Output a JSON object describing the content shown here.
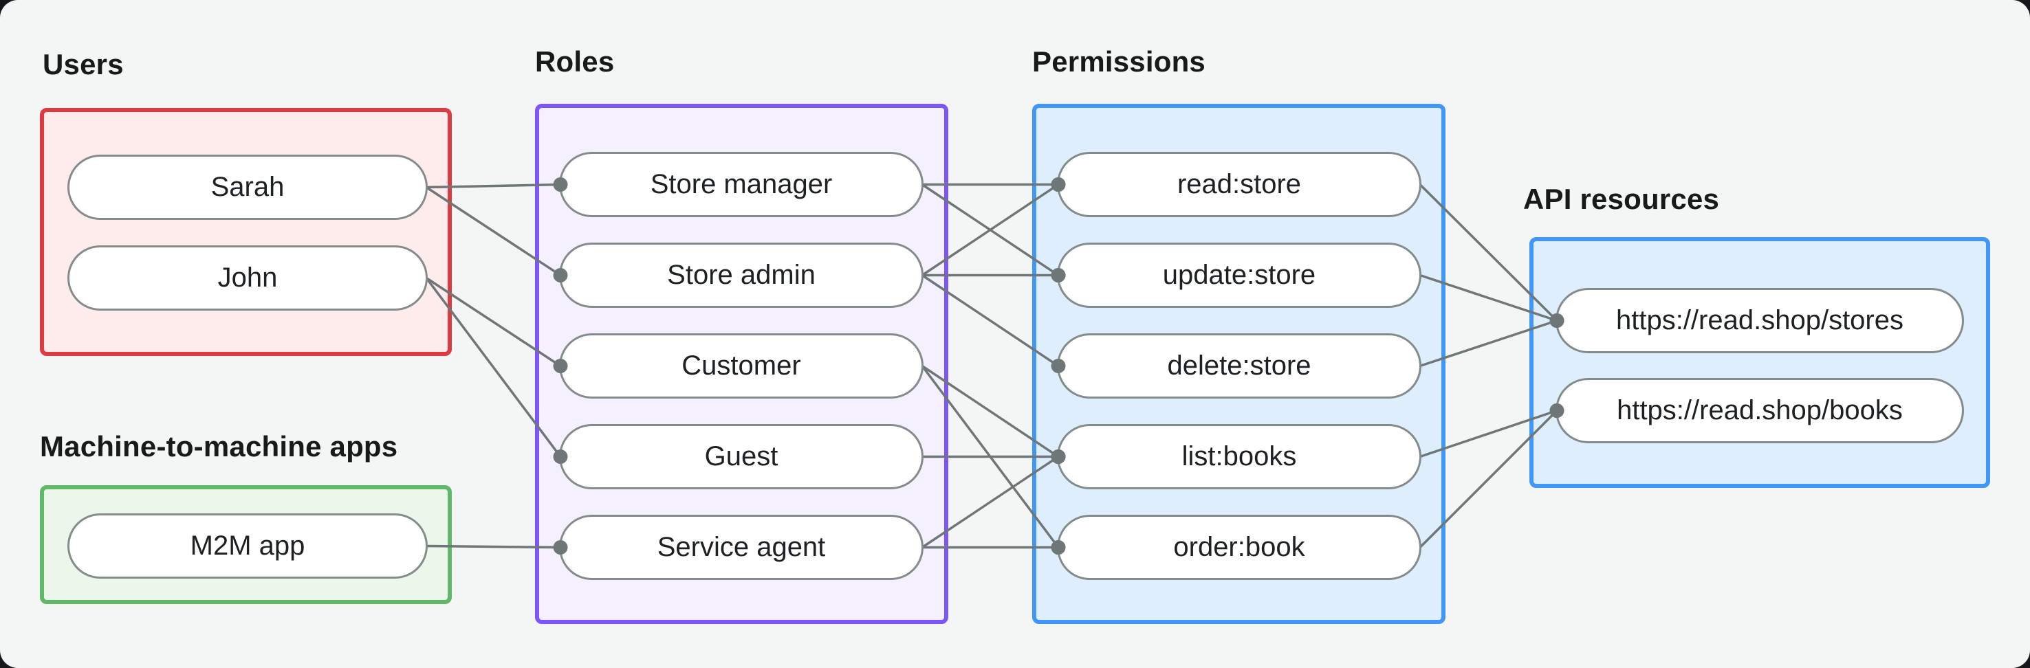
{
  "canvas": {
    "background": "#f4f6f5",
    "outer_background": "#15181a"
  },
  "edge_style": {
    "line_color": "#6f7677",
    "dot_color": "#6f7677"
  },
  "groups": {
    "users": {
      "label": "Users",
      "border_color": "#dc3b41",
      "fill_color": "#fdeceb"
    },
    "m2m": {
      "label": "Machine-to-machine apps",
      "border_color": "#60b869",
      "fill_color": "#eaf7ea"
    },
    "roles": {
      "label": "Roles",
      "border_color": "#7c56f9",
      "fill_color": "#f5f0fd"
    },
    "permissions": {
      "label": "Permissions",
      "border_color": "#4097f7",
      "fill_color": "#dfeefd"
    },
    "api": {
      "label": "API resources",
      "border_color": "#4097f7",
      "fill_color": "#dfeefd"
    }
  },
  "nodes": {
    "sarah": {
      "label": "Sarah"
    },
    "john": {
      "label": "John"
    },
    "m2m_app": {
      "label": "M2M app"
    },
    "store_manager": {
      "label": "Store manager"
    },
    "store_admin": {
      "label": "Store admin"
    },
    "customer": {
      "label": "Customer"
    },
    "guest": {
      "label": "Guest"
    },
    "service_agent": {
      "label": "Service agent"
    },
    "read_store": {
      "label": "read:store"
    },
    "update_store": {
      "label": "update:store"
    },
    "delete_store": {
      "label": "delete:store"
    },
    "list_books": {
      "label": "list:books"
    },
    "order_book": {
      "label": "order:book"
    },
    "stores_api": {
      "label": "https://read.shop/stores"
    },
    "books_api": {
      "label": "https://read.shop/books"
    }
  },
  "edges": [
    {
      "from": "sarah",
      "to": "store_manager"
    },
    {
      "from": "sarah",
      "to": "store_admin"
    },
    {
      "from": "john",
      "to": "customer"
    },
    {
      "from": "john",
      "to": "guest"
    },
    {
      "from": "m2m_app",
      "to": "service_agent"
    },
    {
      "from": "store_manager",
      "to": "read_store"
    },
    {
      "from": "store_manager",
      "to": "update_store"
    },
    {
      "from": "store_admin",
      "to": "read_store"
    },
    {
      "from": "store_admin",
      "to": "update_store"
    },
    {
      "from": "store_admin",
      "to": "delete_store"
    },
    {
      "from": "customer",
      "to": "list_books"
    },
    {
      "from": "customer",
      "to": "order_book"
    },
    {
      "from": "guest",
      "to": "list_books"
    },
    {
      "from": "service_agent",
      "to": "list_books"
    },
    {
      "from": "service_agent",
      "to": "order_book"
    },
    {
      "from": "read_store",
      "to": "stores_api"
    },
    {
      "from": "update_store",
      "to": "stores_api"
    },
    {
      "from": "delete_store",
      "to": "stores_api"
    },
    {
      "from": "list_books",
      "to": "books_api"
    },
    {
      "from": "order_book",
      "to": "books_api"
    }
  ]
}
